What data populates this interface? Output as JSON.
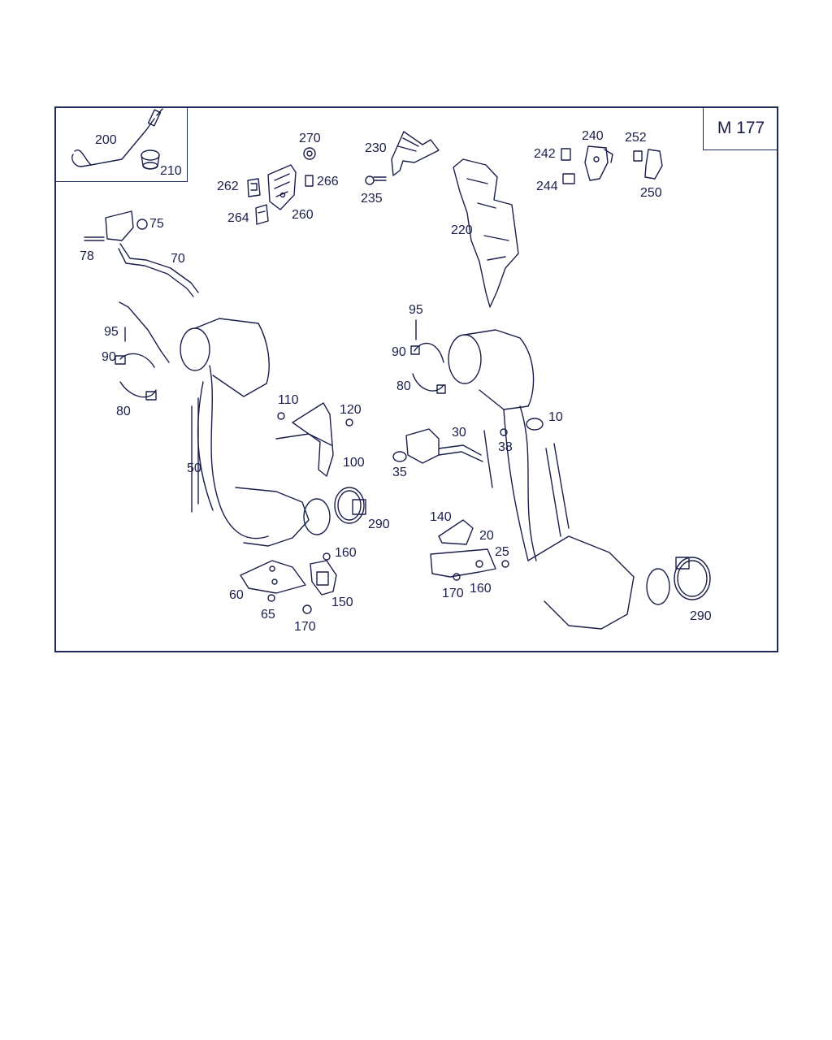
{
  "model": "M 177",
  "callouts": [
    {
      "id": "c200",
      "text": "200"
    },
    {
      "id": "c210",
      "text": "210"
    },
    {
      "id": "c270",
      "text": "270"
    },
    {
      "id": "c262",
      "text": "262"
    },
    {
      "id": "c266",
      "text": "266"
    },
    {
      "id": "c264",
      "text": "264"
    },
    {
      "id": "c260",
      "text": "260"
    },
    {
      "id": "c230",
      "text": "230"
    },
    {
      "id": "c235",
      "text": "235"
    },
    {
      "id": "c240",
      "text": "240"
    },
    {
      "id": "c252",
      "text": "252"
    },
    {
      "id": "c242",
      "text": "242"
    },
    {
      "id": "c244",
      "text": "244"
    },
    {
      "id": "c250",
      "text": "250"
    },
    {
      "id": "c220",
      "text": "220"
    },
    {
      "id": "c75",
      "text": "75"
    },
    {
      "id": "c78",
      "text": "78"
    },
    {
      "id": "c70",
      "text": "70"
    },
    {
      "id": "c95a",
      "text": "95"
    },
    {
      "id": "c90a",
      "text": "90"
    },
    {
      "id": "c80a",
      "text": "80"
    },
    {
      "id": "c110",
      "text": "110"
    },
    {
      "id": "c120",
      "text": "120"
    },
    {
      "id": "c100",
      "text": "100"
    },
    {
      "id": "c50",
      "text": "50"
    },
    {
      "id": "c290a",
      "text": "290"
    },
    {
      "id": "c160a",
      "text": "160"
    },
    {
      "id": "c60",
      "text": "60"
    },
    {
      "id": "c150",
      "text": "150"
    },
    {
      "id": "c65",
      "text": "65"
    },
    {
      "id": "c170a",
      "text": "170"
    },
    {
      "id": "c95b",
      "text": "95"
    },
    {
      "id": "c90b",
      "text": "90"
    },
    {
      "id": "c80b",
      "text": "80"
    },
    {
      "id": "c10",
      "text": "10"
    },
    {
      "id": "c30",
      "text": "30"
    },
    {
      "id": "c38",
      "text": "38"
    },
    {
      "id": "c35",
      "text": "35"
    },
    {
      "id": "c140",
      "text": "140"
    },
    {
      "id": "c20",
      "text": "20"
    },
    {
      "id": "c25",
      "text": "25"
    },
    {
      "id": "c170b",
      "text": "170"
    },
    {
      "id": "c160b",
      "text": "160"
    },
    {
      "id": "c290b",
      "text": "290"
    }
  ]
}
